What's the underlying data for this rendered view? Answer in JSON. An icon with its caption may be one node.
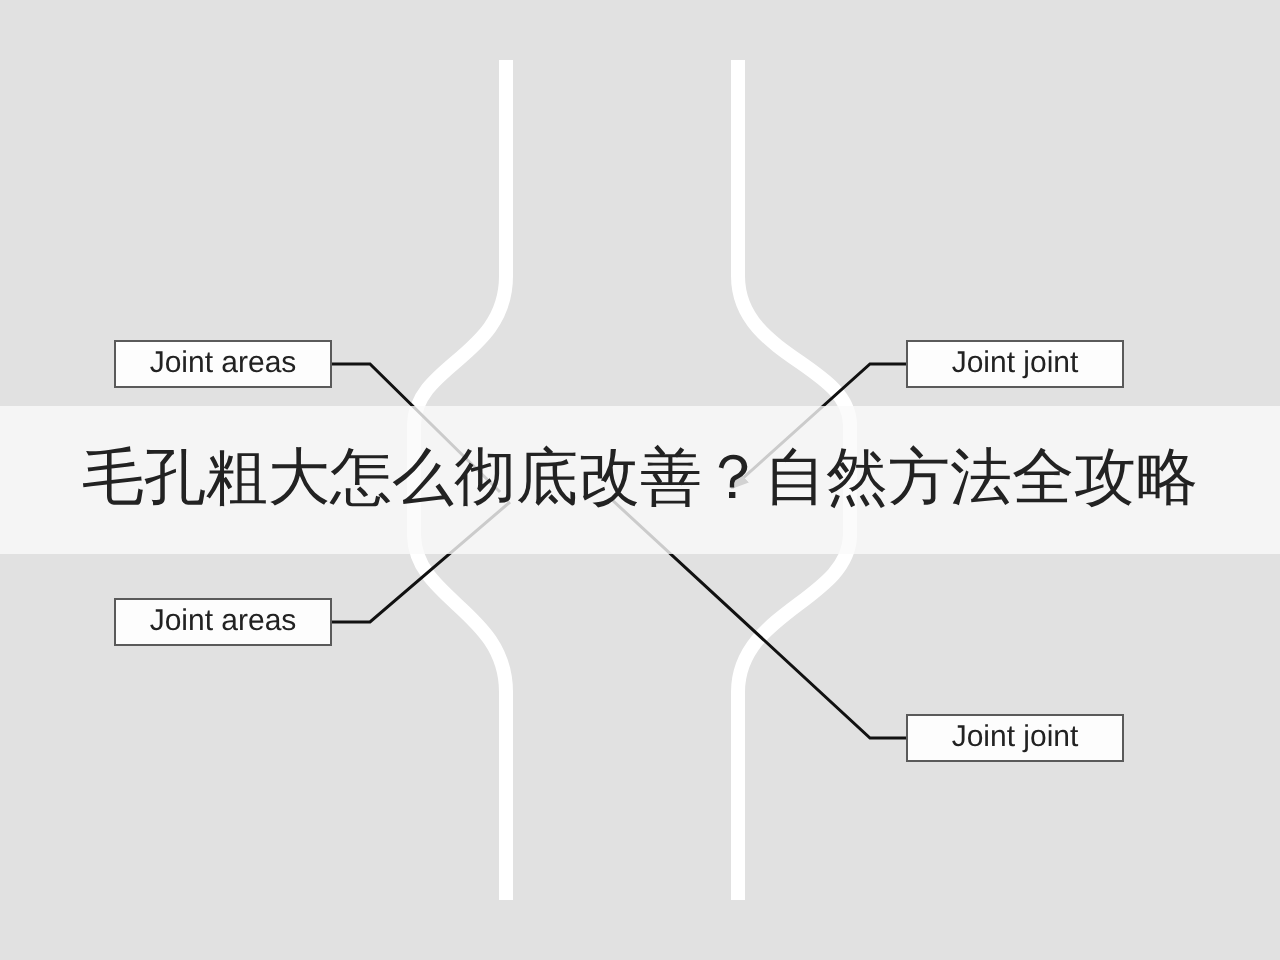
{
  "diagram": {
    "title": "毛孔粗大怎么彻底改善？自然方法全攻略",
    "nodes": [
      {
        "text": [
          "Joint areas"
        ]
      },
      {
        "text": [
          "Joint joint"
        ]
      },
      {
        "text": [
          "Joint areas"
        ]
      },
      {
        "text": [
          "Joint joint"
        ]
      }
    ],
    "edges": [
      {
        "from": 0,
        "to": null,
        "arrow": "none"
      },
      {
        "from": 1,
        "to": null,
        "arrow": "to"
      },
      {
        "from": 2,
        "to": null,
        "arrow": "none"
      },
      {
        "from": 3,
        "to": null,
        "arrow": "none"
      }
    ]
  }
}
